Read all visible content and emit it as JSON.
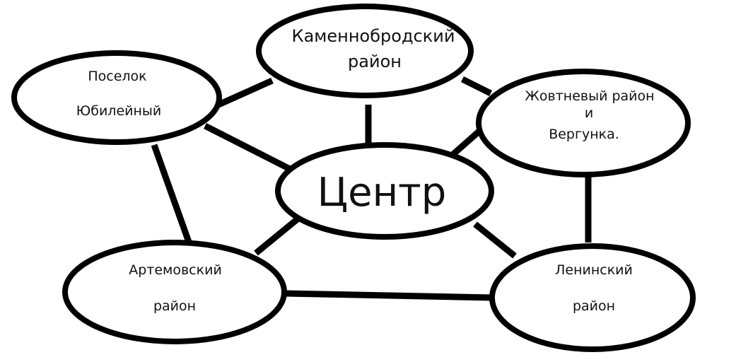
{
  "diagram": {
    "nodes": {
      "center": {
        "line1": "Центр"
      },
      "kamennobrodsky": {
        "line1": "Каменнобродский",
        "line2": "район"
      },
      "yubileyny": {
        "line1": "Поселок",
        "line2": "Юбилейный"
      },
      "zhovtnevy": {
        "line1": "Жовтневый район",
        "line2": "и",
        "line3": "Вергунка."
      },
      "artemovsky": {
        "line1": "Артемовский",
        "line2": "район"
      },
      "leninsky": {
        "line1": "Ленинский",
        "line2": "район"
      }
    },
    "colors": {
      "stroke": "#000000",
      "fill": "#ffffff",
      "text": "#111111"
    }
  }
}
